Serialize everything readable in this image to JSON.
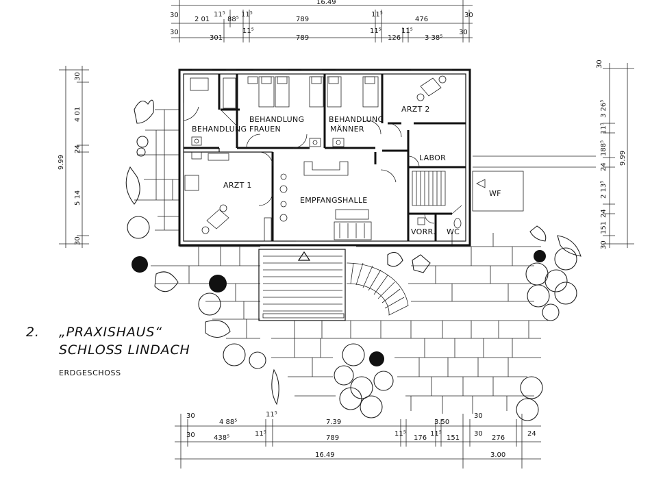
{
  "title": {
    "number": "2.",
    "name_line1": "„PRAXISHAUS“",
    "name_line2": "SCHLOSS LINDACH",
    "floor": "ERDGESCHOSS"
  },
  "rooms": {
    "behandlung": "BEHANDLUNG",
    "behandlung_frauen_1": "BEHANDLUNG",
    "behandlung_frauen_2": "FRAUEN",
    "behandlung_maenner_1": "BEHANDLUNG",
    "behandlung_maenner_2": "MÄNNER",
    "arzt2": "ARZT 2",
    "labor": "LABOR",
    "arzt1": "ARZT 1",
    "empfangshalle": "EMPFANGSHALLE",
    "wf": "WF",
    "vorr": "VORR.",
    "wc": "WC"
  },
  "dimensions": {
    "top": {
      "total": "16.49",
      "row1": [
        "30",
        "2 01",
        "11⁵",
        "88⁵",
        "11⁵",
        "789",
        "11⁵",
        "476",
        "30"
      ],
      "row2": [
        "30",
        "301",
        "11⁵",
        "789",
        "11⁵",
        "126",
        "11⁵",
        "3 38⁵",
        "30"
      ]
    },
    "left": [
      "30",
      "4 01",
      "24",
      "5 14",
      "30",
      "9.99"
    ],
    "right": [
      "30",
      "3 26⁵",
      "11⁵",
      "188⁵",
      "24",
      "2 13⁵",
      "24",
      "151",
      "30",
      "9.99"
    ],
    "bottom": {
      "row1": [
        "30",
        "4 88⁵",
        "11⁵",
        "7.39",
        "3.50",
        "30"
      ],
      "row2": [
        "30",
        "438⁵",
        "11⁵",
        "789",
        "11⁵",
        "176",
        "11⁵",
        "151",
        "30",
        "276",
        "24"
      ],
      "total": "16.49",
      "total_right": "3.00"
    }
  }
}
